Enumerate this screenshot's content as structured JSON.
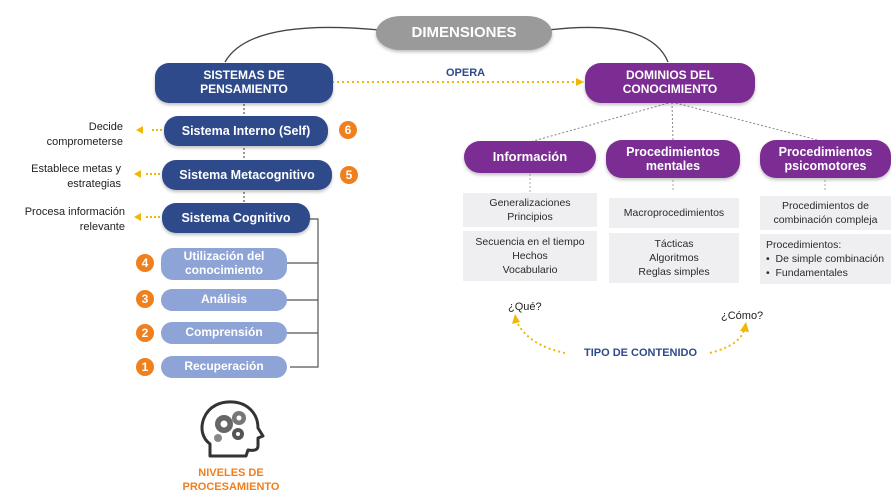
{
  "top": {
    "dimensiones": "DIMENSIONES",
    "opera": "OPERA"
  },
  "left": {
    "header": [
      "SISTEMAS DE",
      "PENSAMIENTO"
    ],
    "systems": [
      {
        "label": "Sistema Interno (Self)",
        "number": "6",
        "side": [
          "Decide",
          "comprometerse"
        ]
      },
      {
        "label": "Sistema Metacognitivo",
        "number": "5",
        "side": [
          "Establece metas y",
          "estrategias"
        ]
      },
      {
        "label": "Sistema Cognitivo",
        "side": [
          "Procesa información",
          "relevante"
        ]
      }
    ],
    "levels": [
      {
        "label": [
          "Utilización del",
          "conocimiento"
        ],
        "number": "4"
      },
      {
        "label": [
          "Análisis"
        ],
        "number": "3"
      },
      {
        "label": [
          "Comprensión"
        ],
        "number": "2"
      },
      {
        "label": [
          "Recuperación"
        ],
        "number": "1"
      }
    ],
    "footer": [
      "NIVELES DE",
      "PROCESAMIENTO"
    ]
  },
  "right": {
    "header": [
      "DOMINIOS DEL",
      "CONOCIMIENTO"
    ],
    "domains": [
      {
        "title": [
          "Información"
        ],
        "boxes": [
          [
            "Generalizaciones",
            "Principios"
          ],
          [
            "Secuencia en el tiempo",
            "Hechos",
            "Vocabulario"
          ]
        ]
      },
      {
        "title": [
          "Procedimientos",
          "mentales"
        ],
        "boxes": [
          [
            "Macroprocedimientos"
          ],
          [
            "Tácticas",
            "Algoritmos",
            "Reglas simples"
          ]
        ]
      },
      {
        "title": [
          "Procedimientos",
          "psicomotores"
        ],
        "boxes": [
          [
            "Procedimientos de",
            "combinación compleja"
          ]
        ],
        "list": {
          "heading": "Procedimientos:",
          "items": [
            "De simple combinación",
            "Fundamentales"
          ]
        }
      }
    ],
    "que": "¿Qué?",
    "como": "¿Cómo?",
    "tipo": "TIPO DE CONTENIDO"
  },
  "colors": {
    "navy": "#2e4a8a",
    "light_blue": "#8ea4d6",
    "purple": "#7b2d93",
    "orange": "#f07f1e",
    "gray": "#9a9a9a",
    "dotted": "#f2b705"
  },
  "icons": [
    "head-gears-icon"
  ]
}
